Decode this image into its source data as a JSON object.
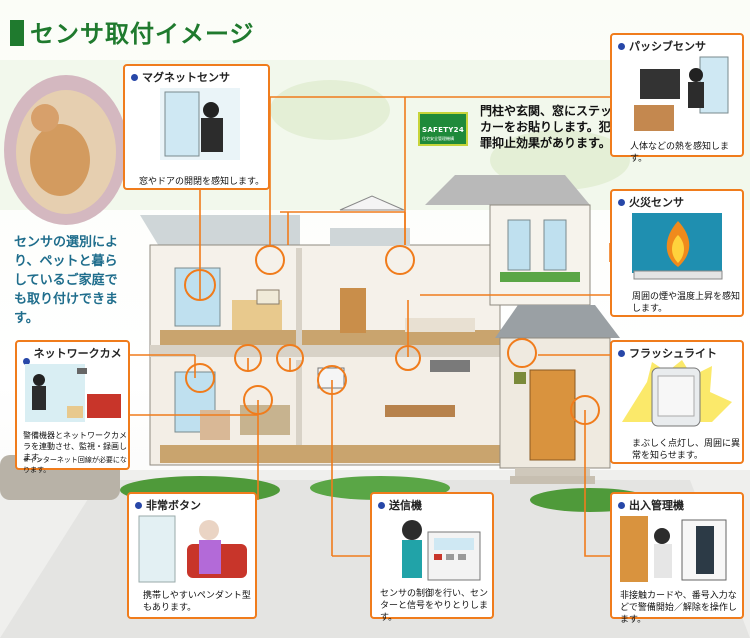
{
  "title": "センサ取付イメージ",
  "pet_message": "センサの選別により、ペットと暮らしているご家庭でも取り付けできます。",
  "sticker": {
    "logo_text": "SAFETY24",
    "logo_subtext": "住宅安全管理機構",
    "message": "門柱や玄関、窓にステッカーをお貼りします。犯罪抑止効果があります。"
  },
  "sensors": {
    "magnet": {
      "title": "マグネットセンサ",
      "desc": "窓やドアの開閉を感知します。"
    },
    "passive": {
      "title": "パッシブセンサ",
      "desc": "人体などの熱を感知します。"
    },
    "fire": {
      "title": "火災センサ",
      "desc": "周囲の煙や温度上昇を感知します。"
    },
    "camera": {
      "title": "ネットワークカメラ",
      "desc": "警備機器とネットワークカメラを連動させ、監視・録画します。",
      "note": "※インターネット回線が必要になります。"
    },
    "flash": {
      "title": "フラッシュライト",
      "desc": "まぶしく点灯し、周囲に異常を知らせます。"
    },
    "emergency": {
      "title": "非常ボタン",
      "desc": "携帯しやすいペンダント型もあります。"
    },
    "transmitter": {
      "title": "送信機",
      "desc": "センサの制御を行い、センターと信号をやりとりします。"
    },
    "access": {
      "title": "出入管理機",
      "desc": "非接触カードや、番号入力などで警備開始／解除を操作します。"
    }
  },
  "colors": {
    "accent": "#f07c1c",
    "title_green": "#1f7a2e",
    "bullet": "#2747a8",
    "pet_text": "#1f6d8c"
  }
}
